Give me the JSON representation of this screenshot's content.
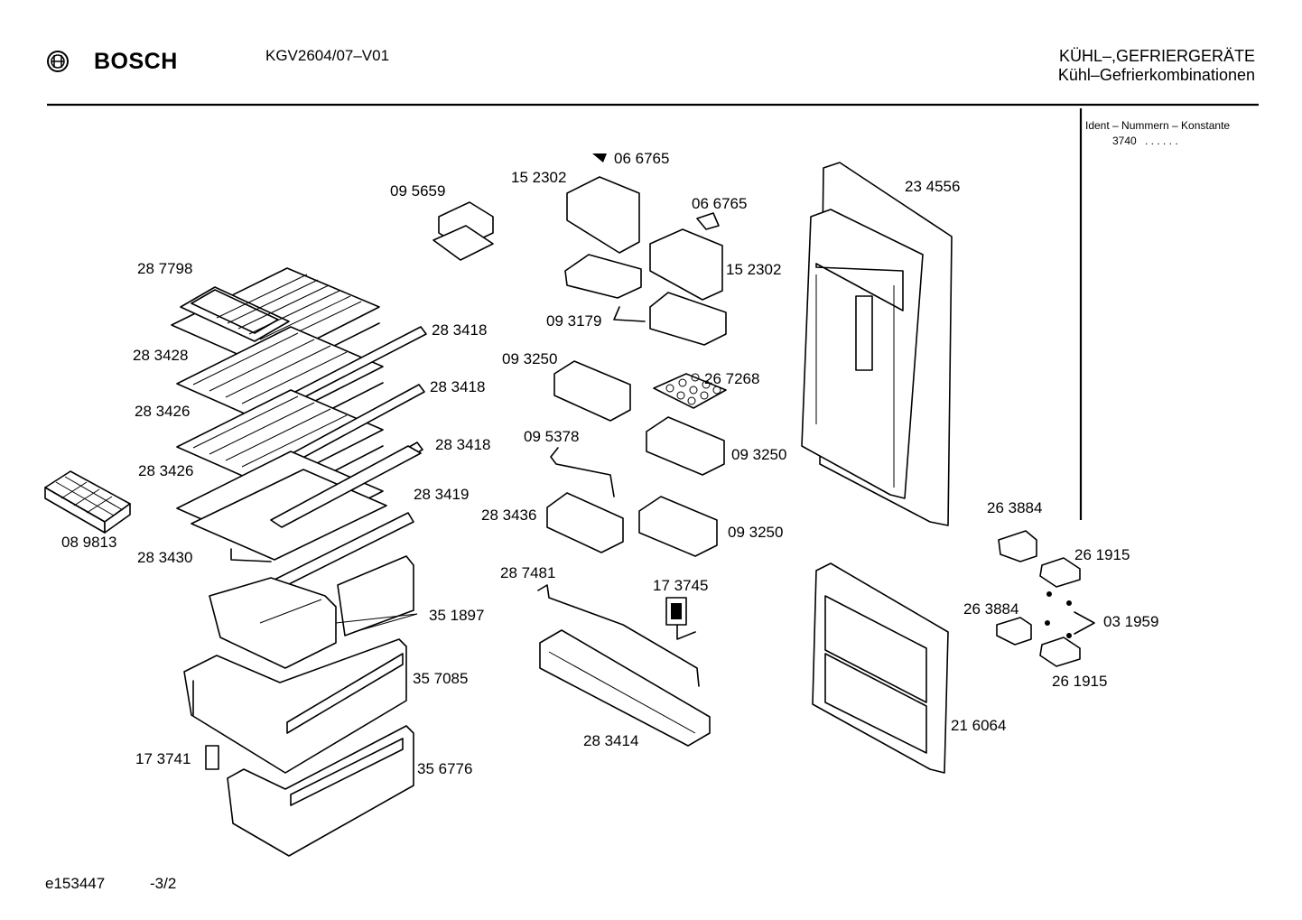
{
  "header": {
    "brand": "BOSCH",
    "model": "KGV2604/07–V01",
    "category_line1": "KÜHL–,GEFRIERGERÄTE",
    "category_line2": "Kühl–Gefrierkombinationen"
  },
  "ident": {
    "label": "Ident – Nummern – Konstante",
    "value": "3740",
    "dots": ". .   . . . ."
  },
  "part_labels": [
    "06 6765",
    "15 2302",
    "09 5659",
    "06 6765",
    "23 4556",
    "15 2302",
    "28 7798",
    "28 3418",
    "09 3179",
    "28 3428",
    "09 3250",
    "26 7268",
    "28 3418",
    "28 3426",
    "28 3418",
    "09 5378",
    "09 3250",
    "28 3426",
    "28 3419",
    "26 3884",
    "28 3436",
    "09 3250",
    "08 9813",
    "28 3430",
    "26 1915",
    "28 7481",
    "17 3745",
    "26 3884",
    "35 1897",
    "03 1959",
    "35 7085",
    "26 1915",
    "21 6064",
    "28 3414",
    "17 3741",
    "35 6776"
  ],
  "footer": {
    "drawing_id": "e153447",
    "page": "-3/2"
  }
}
